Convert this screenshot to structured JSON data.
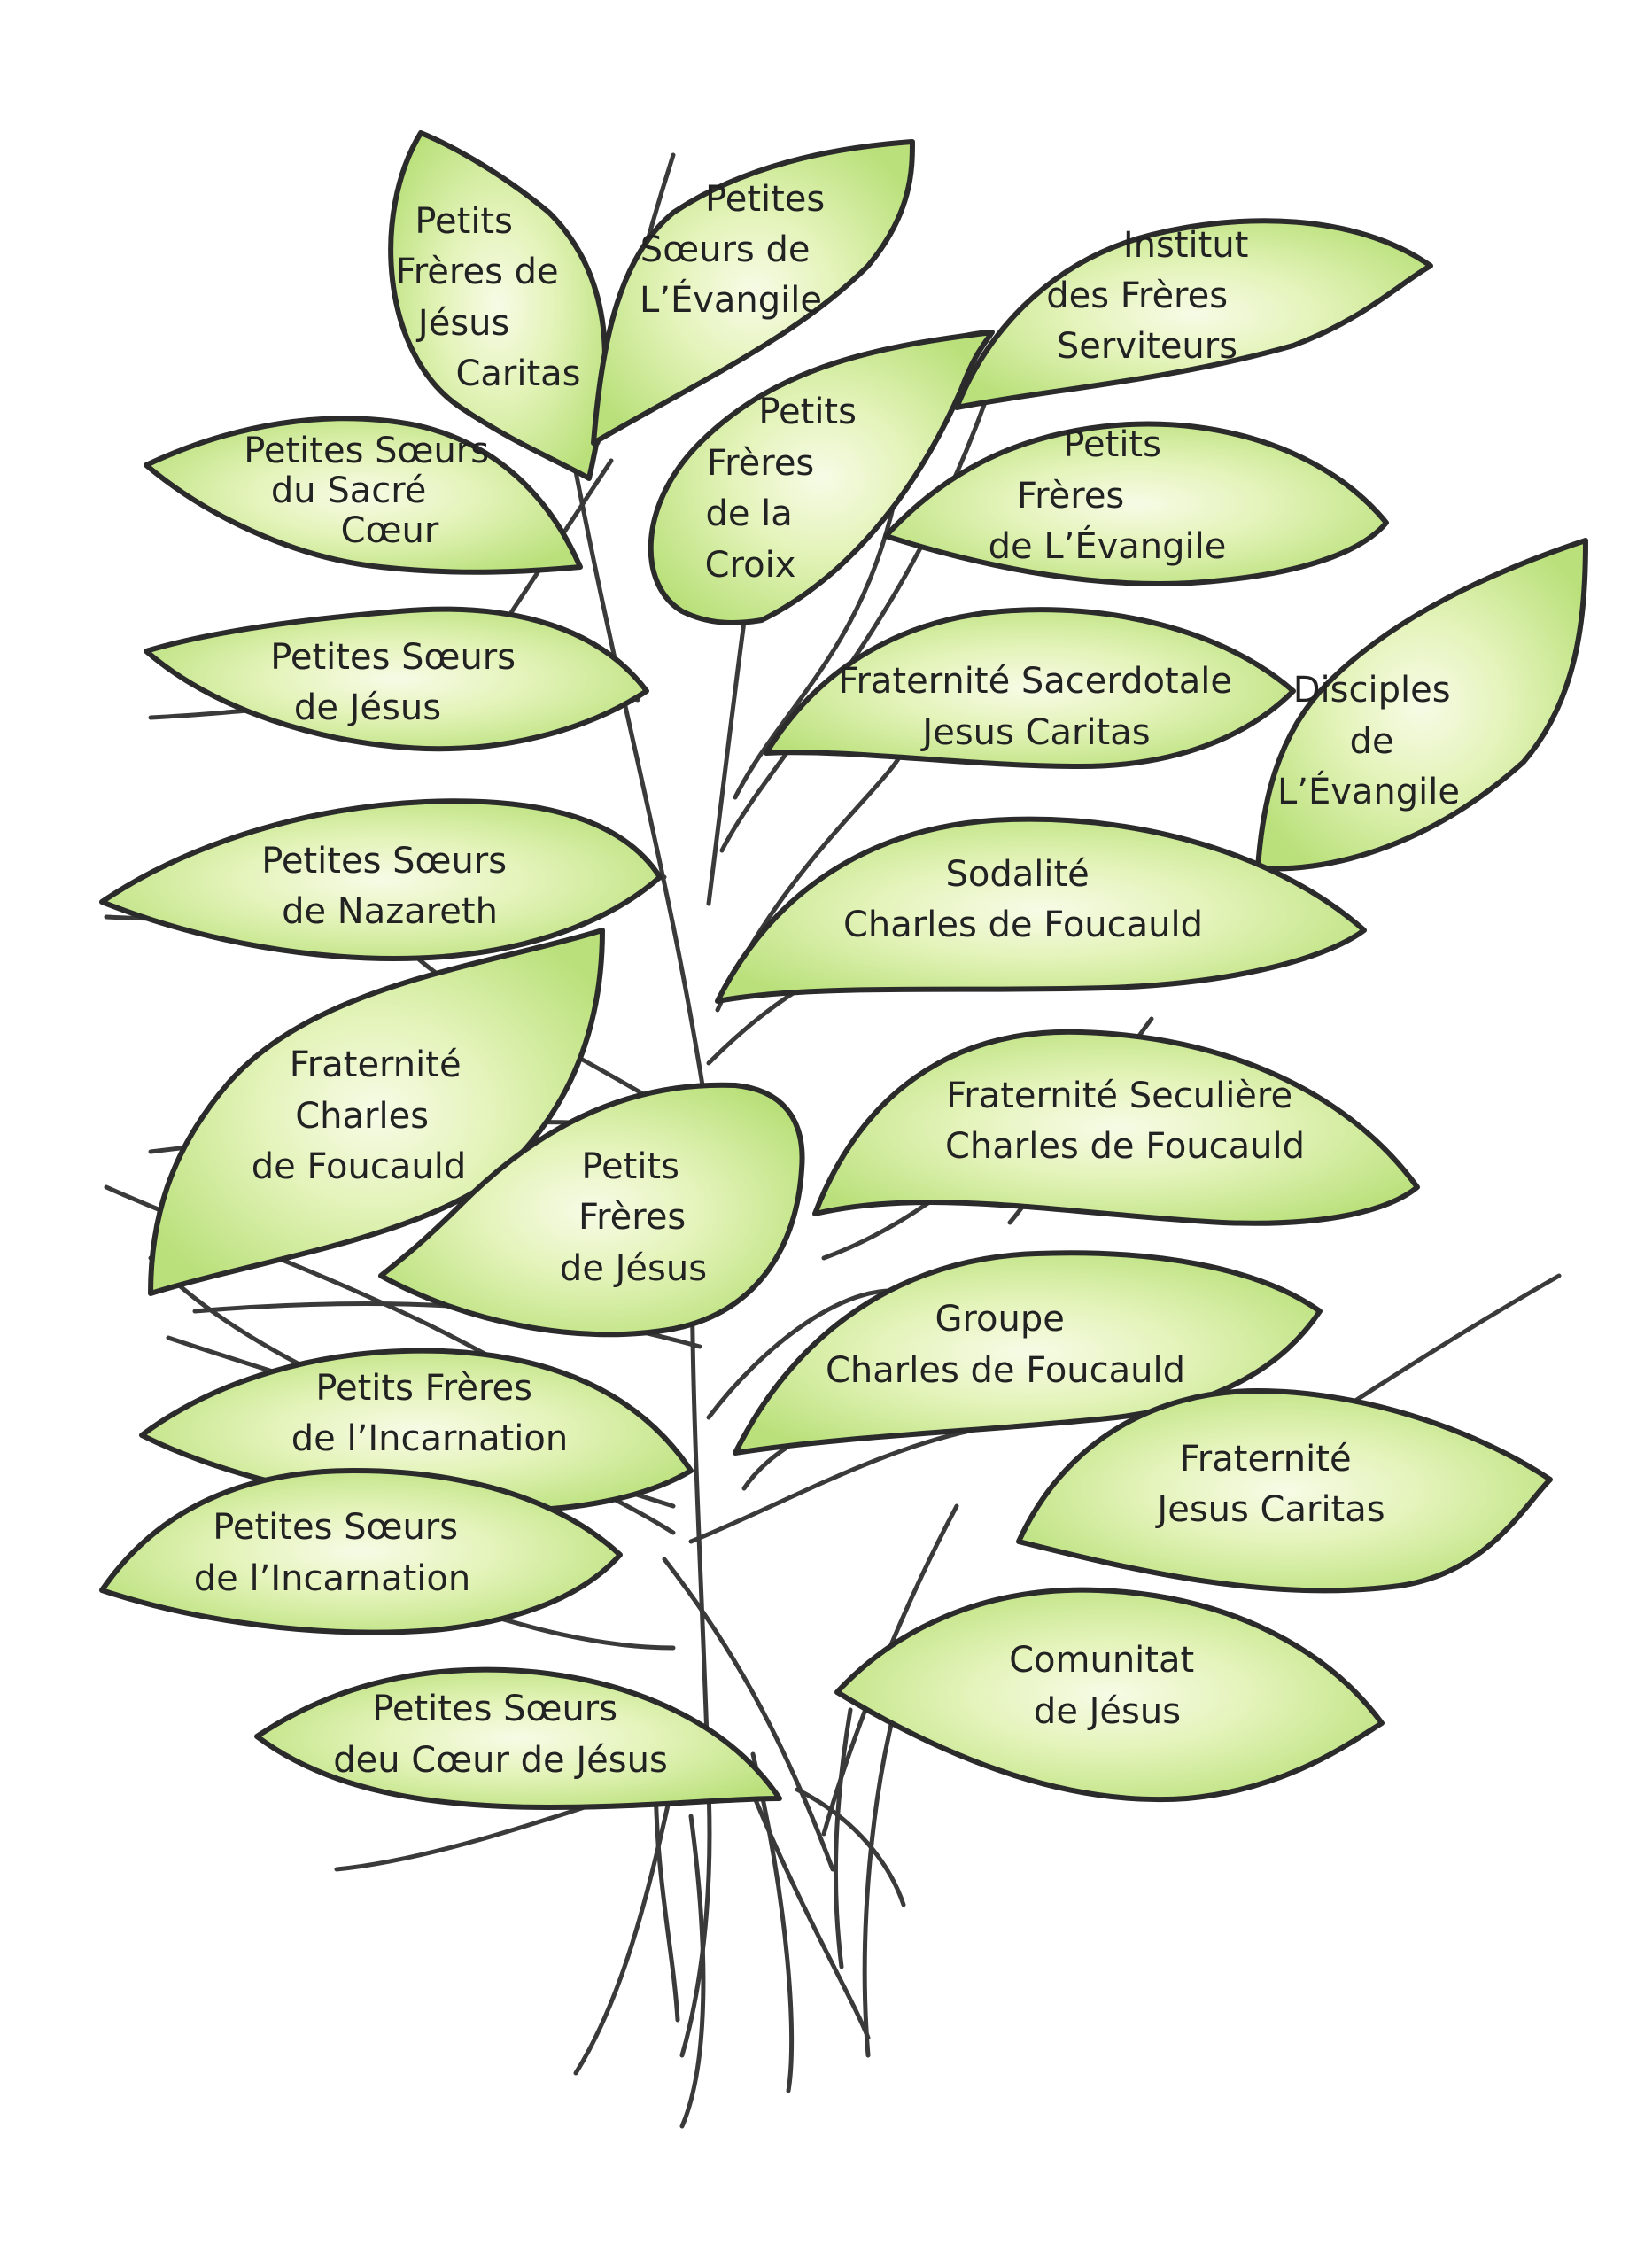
{
  "colors": {
    "leaf_fill_center": "#f7fbe6",
    "leaf_fill_edge": "#b9e07a",
    "outline": "#2b2b2b",
    "text": "#222222"
  },
  "leaves": [
    {
      "id": "petits-freres-de-jesus-caritas",
      "lines": [
        "Petits",
        "Frères de",
        "Jésus",
        "Caritas"
      ]
    },
    {
      "id": "petites-soeurs-de-l-evangile",
      "lines": [
        "Petites",
        "Sœurs de",
        "L’Évangile"
      ]
    },
    {
      "id": "institut-des-freres-serviteurs",
      "lines": [
        "Institut",
        "des Frères",
        "Serviteurs"
      ]
    },
    {
      "id": "petites-soeurs-du-sacre-coeur",
      "lines": [
        "Petites Sœurs",
        "du Sacré",
        "Cœur"
      ]
    },
    {
      "id": "petits-freres-de-la-croix",
      "lines": [
        "Petits",
        "Frères",
        "de la",
        "Croix"
      ]
    },
    {
      "id": "petits-freres-de-l-evangile",
      "lines": [
        "Petits",
        "Frères",
        "de  L’Évangile"
      ]
    },
    {
      "id": "petites-soeurs-de-jesus",
      "lines": [
        "Petites Sœurs",
        "de Jésus"
      ]
    },
    {
      "id": "fraternite-sacerdotale-jesus-caritas",
      "lines": [
        "Fraternité Sacerdotale",
        "Jesus Caritas"
      ]
    },
    {
      "id": "disciples-de-l-evangile",
      "lines": [
        "Disciples",
        "de",
        "L’Évangile"
      ]
    },
    {
      "id": "petites-soeurs-de-nazareth",
      "lines": [
        "Petites Sœurs",
        "de Nazareth"
      ]
    },
    {
      "id": "sodalite-charles-de-foucauld",
      "lines": [
        "Sodalité",
        "Charles de Foucauld"
      ]
    },
    {
      "id": "fraternite-charles-de-foucauld",
      "lines": [
        "Fraternité",
        "Charles",
        "de Foucauld"
      ]
    },
    {
      "id": "petits-freres-de-jesus",
      "lines": [
        "Petits",
        "Frères",
        "de Jésus"
      ]
    },
    {
      "id": "fraternite-seculiere-charles-de-foucauld",
      "lines": [
        "Fraternité Seculière",
        "Charles de Foucauld"
      ]
    },
    {
      "id": "groupe-charles-de-foucauld",
      "lines": [
        "Groupe",
        "Charles de Foucauld"
      ]
    },
    {
      "id": "petits-freres-de-l-incarnation",
      "lines": [
        "Petits Frères",
        "de l’Incarnation"
      ]
    },
    {
      "id": "fraternite-jesus-caritas",
      "lines": [
        "Fraternité",
        "Jesus Caritas"
      ]
    },
    {
      "id": "petites-soeurs-de-l-incarnation",
      "lines": [
        "Petites Sœurs",
        "de l’Incarnation"
      ]
    },
    {
      "id": "comunitat-de-jesus",
      "lines": [
        "Comunitat",
        "de Jésus"
      ]
    },
    {
      "id": "petites-soeurs-deu-coeur-de-jesus",
      "lines": [
        "Petites Sœurs",
        "deu Cœur de Jésus"
      ]
    }
  ]
}
